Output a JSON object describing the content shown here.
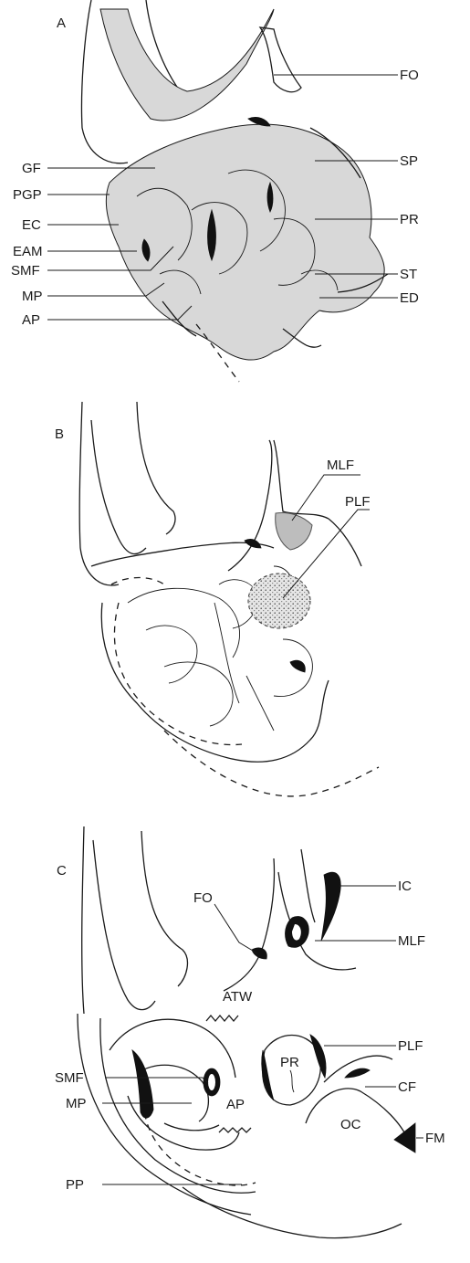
{
  "panels": {
    "a": {
      "letter": "A",
      "labels": {
        "fo": "FO",
        "sp": "SP",
        "pr": "PR",
        "st": "ST",
        "ed": "ED",
        "gf": "GF",
        "pgp": "PGP",
        "ec": "EC",
        "eam": "EAM",
        "smf": "SMF",
        "mp": "MP",
        "ap": "AP"
      }
    },
    "b": {
      "letter": "B",
      "labels": {
        "mlf": "MLF",
        "plf": "PLF"
      }
    },
    "c": {
      "letter": "C",
      "labels": {
        "fo": "FO",
        "ic": "IC",
        "mlf": "MLF",
        "atw": "ATW",
        "plf": "PLF",
        "pr": "PR",
        "cf": "CF",
        "smf": "SMF",
        "ap": "AP",
        "mp": "MP",
        "oc": "OC",
        "fm": "FM",
        "pp": "PP"
      }
    }
  },
  "colors": {
    "ink": "#1a1a1a",
    "shade": "#bdbdbd",
    "stipple": "#d8d8d8",
    "fill_black": "#111111"
  }
}
